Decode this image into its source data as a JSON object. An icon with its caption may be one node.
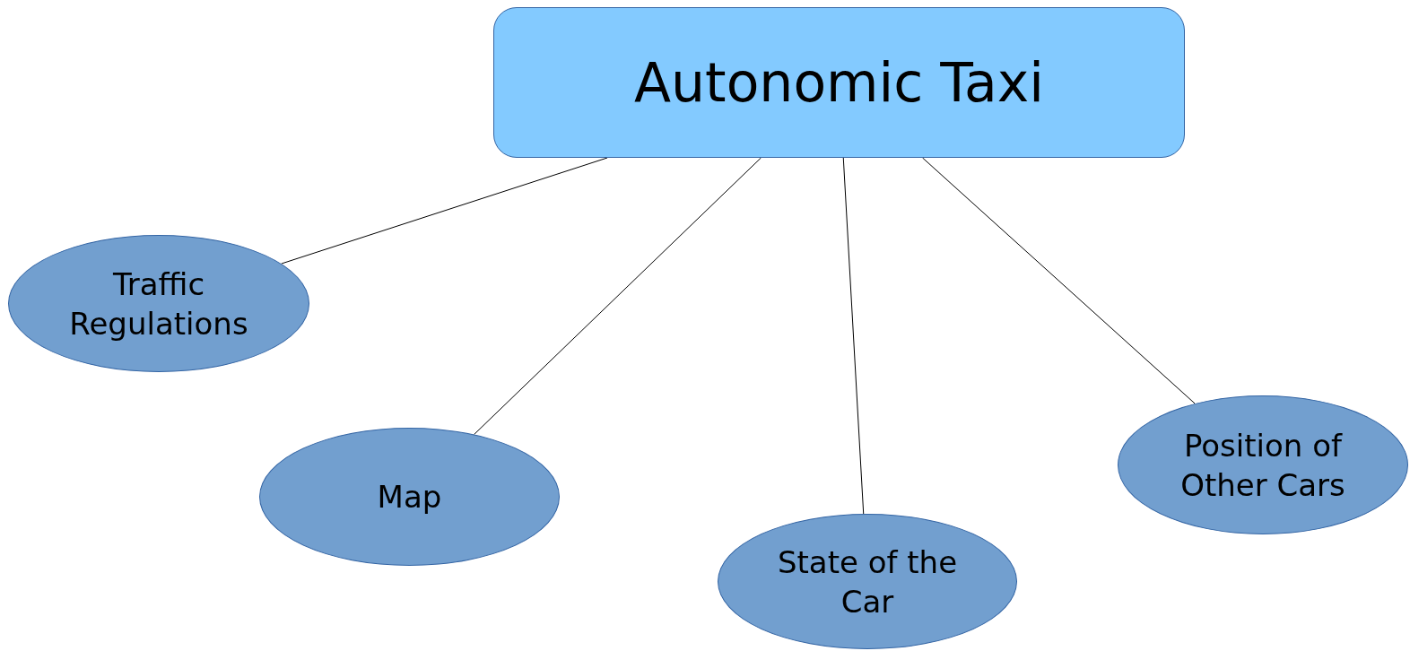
{
  "diagram": {
    "nodes": [
      {
        "text": [
          "Autonomic Taxi"
        ]
      },
      {
        "text": [
          "Traffic Regulations"
        ]
      },
      {
        "text": [
          "Map"
        ]
      },
      {
        "text": [
          "State of the Car"
        ]
      },
      {
        "text": [
          "Position of Other Cars"
        ]
      }
    ],
    "edges": [
      {
        "from": 0,
        "to": 1,
        "arrow": "none"
      },
      {
        "from": 0,
        "to": 2,
        "arrow": "none"
      },
      {
        "from": 0,
        "to": 3,
        "arrow": "none"
      },
      {
        "from": 0,
        "to": 4,
        "arrow": "none"
      }
    ]
  }
}
